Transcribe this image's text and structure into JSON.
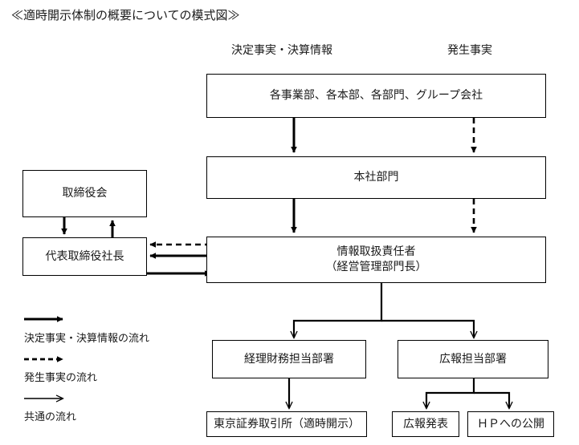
{
  "diagram": {
    "title": "≪適時開示体制の概要についての模式図≫",
    "flow_labels": [
      {
        "text": "決定事実・決算情報"
      },
      {
        "text": "発生事実"
      }
    ],
    "nodes": [
      {
        "id": "divisions",
        "line1": "各事業部、各本部、各部門、グループ会社",
        "line2": ""
      },
      {
        "id": "head-office",
        "line1": "本社部門",
        "line2": ""
      },
      {
        "id": "board-of-directors",
        "line1": "取締役会",
        "line2": ""
      },
      {
        "id": "president",
        "line1": "代表取締役社長",
        "line2": ""
      },
      {
        "id": "information-officer",
        "line1": "情報取扱責任者",
        "line2": "（経営管理部門長）"
      },
      {
        "id": "accounting-dept",
        "line1": "経理財務担当部署",
        "line2": ""
      },
      {
        "id": "pr-dept",
        "line1": "広報担当部署",
        "line2": ""
      },
      {
        "id": "tse",
        "line1": "東京証券取引所（適時開示）",
        "line2": ""
      },
      {
        "id": "press-release",
        "line1": "広報発表",
        "line2": ""
      },
      {
        "id": "hp-disclosure",
        "line1": "ＨＰへの公開",
        "line2": ""
      }
    ],
    "legend": [
      {
        "style": "solid-thick",
        "label": "決定事実・決算情報の流れ"
      },
      {
        "style": "dashed",
        "label": "発生事実の流れ"
      },
      {
        "style": "solid-thin",
        "label": "共通の流れ"
      }
    ],
    "colors": {
      "line": "#000000",
      "box_border": "#000000",
      "background": "#ffffff",
      "text": "#1a1a1a"
    }
  }
}
